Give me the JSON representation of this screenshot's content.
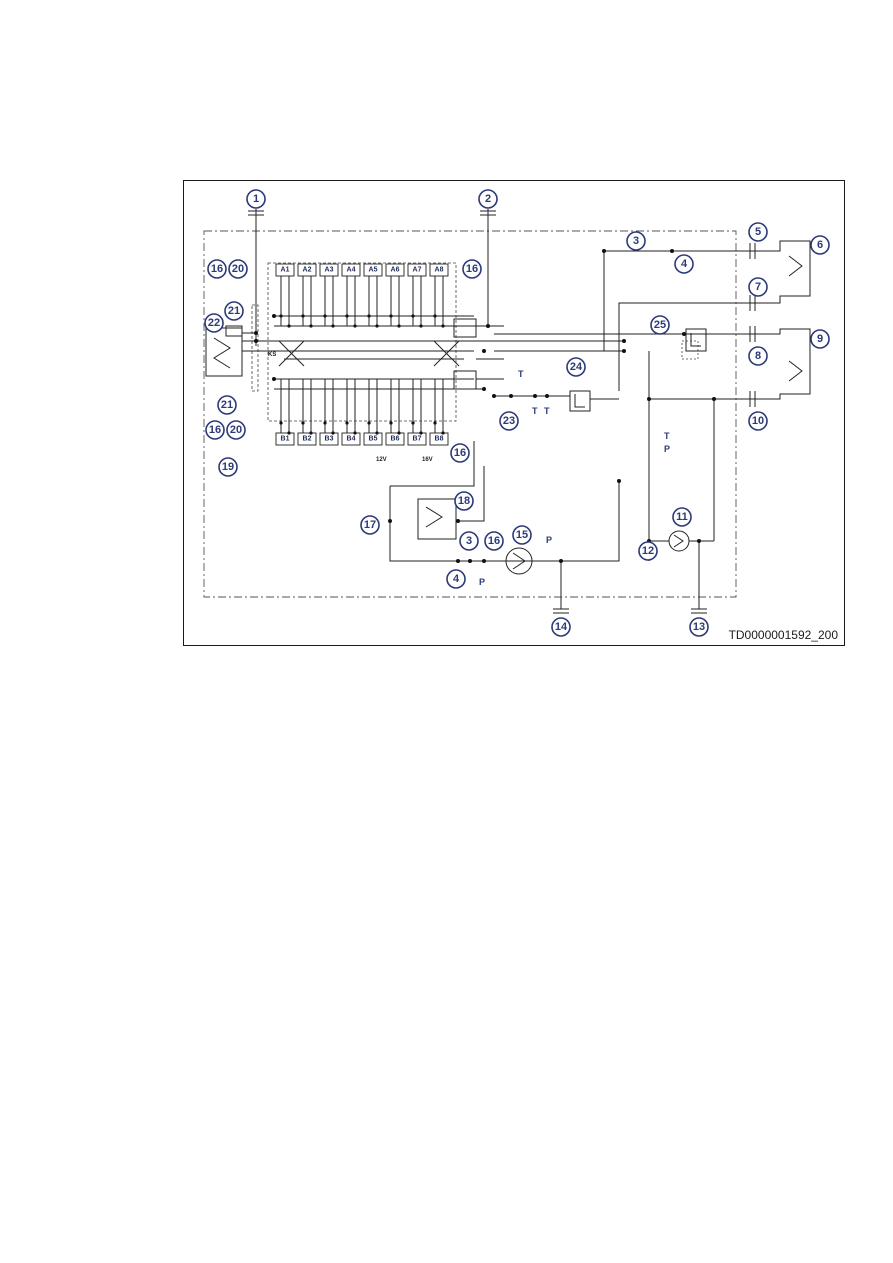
{
  "figure": {
    "doc_id": "TD0000001592_200",
    "cylinders_a": [
      "A1",
      "A2",
      "A3",
      "A4",
      "A5",
      "A6",
      "A7",
      "A8"
    ],
    "cylinders_b": [
      "B1",
      "B2",
      "B3",
      "B4",
      "B5",
      "B6",
      "B7",
      "B8"
    ],
    "labels": {
      "ks": "KS",
      "v12": "12V",
      "v16": "16V",
      "t": "T",
      "p": "P"
    },
    "callouts": [
      "1",
      "2",
      "3",
      "4",
      "5",
      "6",
      "7",
      "8",
      "9",
      "10",
      "11",
      "12",
      "13",
      "14",
      "15",
      "16",
      "17",
      "18",
      "19",
      "20",
      "21",
      "22",
      "23",
      "24",
      "25"
    ]
  }
}
